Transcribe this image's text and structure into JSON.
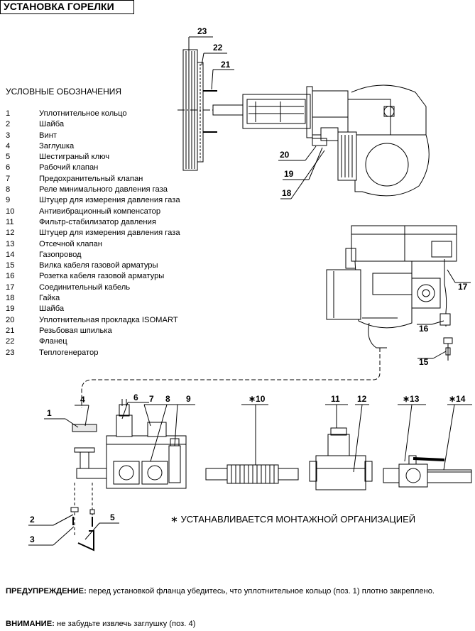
{
  "title": "УСТАНОВКА ГОРЕЛКИ",
  "legend_heading": "УСЛОВНЫЕ ОБОЗНАЧЕНИЯ",
  "legend": [
    {
      "num": "1",
      "label": "Уплотнительное кольцо"
    },
    {
      "num": "2",
      "label": "Шайба"
    },
    {
      "num": "3",
      "label": "Винт"
    },
    {
      "num": "4",
      "label": "Заглушка"
    },
    {
      "num": "5",
      "label": "Шестиграный ключ"
    },
    {
      "num": "6",
      "label": "Рабочий клапан"
    },
    {
      "num": "7",
      "label": "Предохранительный клапан"
    },
    {
      "num": "8",
      "label": "Реле минимального давления газа"
    },
    {
      "num": "9",
      "label": "Штуцер для измерения давления газа"
    },
    {
      "num": "10",
      "label": "Антивибрационный компенсатор"
    },
    {
      "num": "11",
      "label": "Фильтр-стабилизатор давления"
    },
    {
      "num": "12",
      "label": "Штуцер для измерения давления газа"
    },
    {
      "num": "13",
      "label": "Отсечной клапан"
    },
    {
      "num": "14",
      "label": "Газопровод"
    },
    {
      "num": "15",
      "label": "Вилка кабеля газовой арматуры"
    },
    {
      "num": "16",
      "label": "Розетка кабеля газовой арматуры"
    },
    {
      "num": "17",
      "label": "Соединительный кабель"
    },
    {
      "num": "18",
      "label": "Гайка"
    },
    {
      "num": "19",
      "label": "Шайба"
    },
    {
      "num": "20",
      "label": "Уплотнительная прокладка ISOMART"
    },
    {
      "num": "21",
      "label": "Резьбовая шпилька"
    },
    {
      "num": "22",
      "label": "Фланец"
    },
    {
      "num": "23",
      "label": "Теплогенератор"
    }
  ],
  "callouts": {
    "c1": "1",
    "c2": "2",
    "c3": "3",
    "c4": "4",
    "c5": "5",
    "c6": "6",
    "c7": "7",
    "c8": "8",
    "c9": "9",
    "c10": "∗10",
    "c11": "11",
    "c12": "12",
    "c13": "∗13",
    "c14": "∗14",
    "c15": "15",
    "c16": "16",
    "c17": "17",
    "c18": "18",
    "c19": "19",
    "c20": "20",
    "c21": "21",
    "c22": "22",
    "c23": "23"
  },
  "install_note": "∗ УСТАНАВЛИВАЕТСЯ МОНТАЖНОЙ ОРГАНИЗАЦИЕЙ",
  "warning_label": "ПРЕДУПРЕЖДЕНИЕ:",
  "warning_text": "перед установкой фланца убедитесь, что уплотнительное кольцо (поз. 1) плотно закреплено.",
  "attention_label": "ВНИМАНИЕ:",
  "attention_text": "не забудьте извлечь заглушку (поз. 4)"
}
